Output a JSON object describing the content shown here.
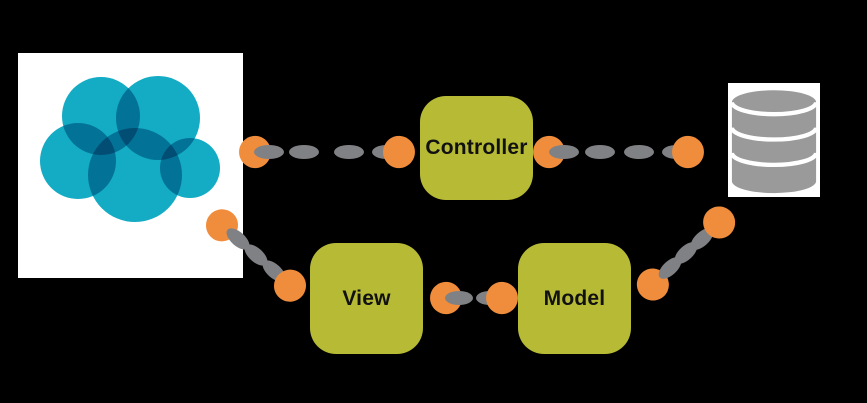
{
  "nodes": {
    "controller": {
      "label": "Controller"
    },
    "view": {
      "label": "View"
    },
    "model": {
      "label": "Model"
    }
  },
  "icons": {
    "left": "cloud-icon",
    "right": "database-icon",
    "arrow_ends": "arrowhead-icon"
  },
  "colors": {
    "background": "#000000",
    "panel": "#ffffff",
    "node_fill": "#b6ba35",
    "node_text": "#111111",
    "dash": "#7f8184",
    "arrowhead": "#f08d3c",
    "cloud": "#14abc4",
    "database": "#9a9a9a"
  }
}
